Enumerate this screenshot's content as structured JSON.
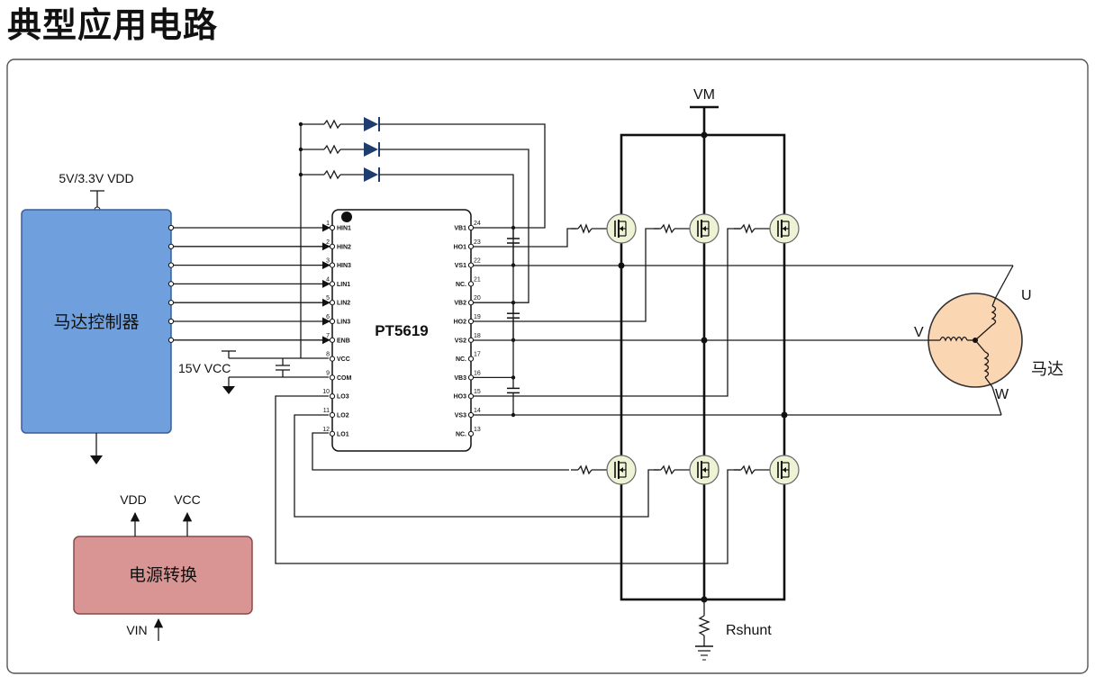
{
  "title": "典型应用电路",
  "blocks": {
    "controller": {
      "label": "马达控制器",
      "supply_label": "5V/3.3V VDD",
      "fill": "#6f9fdc",
      "text_color": "#c0262d"
    },
    "power": {
      "label": "电源转换",
      "out1": "VDD",
      "out2": "VCC",
      "input": "VIN",
      "fill": "#d99594"
    },
    "ic": {
      "name": "PT5619"
    },
    "motor": {
      "label": "马达",
      "phase_u": "U",
      "phase_v": "V",
      "phase_w": "W",
      "fill": "#fbd6b3",
      "label_color": "#2e9a55"
    }
  },
  "labels": {
    "vm": "VM",
    "rshunt": "Rshunt",
    "vcc15": "15V VCC"
  },
  "pins_left": [
    {
      "num": "1",
      "name": "HIN1"
    },
    {
      "num": "2",
      "name": "HIN2"
    },
    {
      "num": "3",
      "name": "HIN3"
    },
    {
      "num": "4",
      "name": "LIN1"
    },
    {
      "num": "5",
      "name": "LIN2"
    },
    {
      "num": "6",
      "name": "LIN3"
    },
    {
      "num": "7",
      "name": "ENB"
    },
    {
      "num": "8",
      "name": "VCC"
    },
    {
      "num": "9",
      "name": "COM"
    },
    {
      "num": "10",
      "name": "LO3"
    },
    {
      "num": "11",
      "name": "LO2"
    },
    {
      "num": "12",
      "name": "LO1"
    }
  ],
  "pins_right": [
    {
      "num": "24",
      "name": "VB1"
    },
    {
      "num": "23",
      "name": "HO1"
    },
    {
      "num": "22",
      "name": "VS1"
    },
    {
      "num": "21",
      "name": "NC."
    },
    {
      "num": "20",
      "name": "VB2"
    },
    {
      "num": "19",
      "name": "HO2"
    },
    {
      "num": "18",
      "name": "VS2"
    },
    {
      "num": "17",
      "name": "NC."
    },
    {
      "num": "16",
      "name": "VB3"
    },
    {
      "num": "15",
      "name": "HO3"
    },
    {
      "num": "14",
      "name": "VS3"
    },
    {
      "num": "13",
      "name": "NC."
    }
  ],
  "colors": {
    "wire": "#1a1a1a",
    "mosfet": "#eef3d6",
    "diode": "#1f3c6e",
    "panel_border": "#555555"
  }
}
